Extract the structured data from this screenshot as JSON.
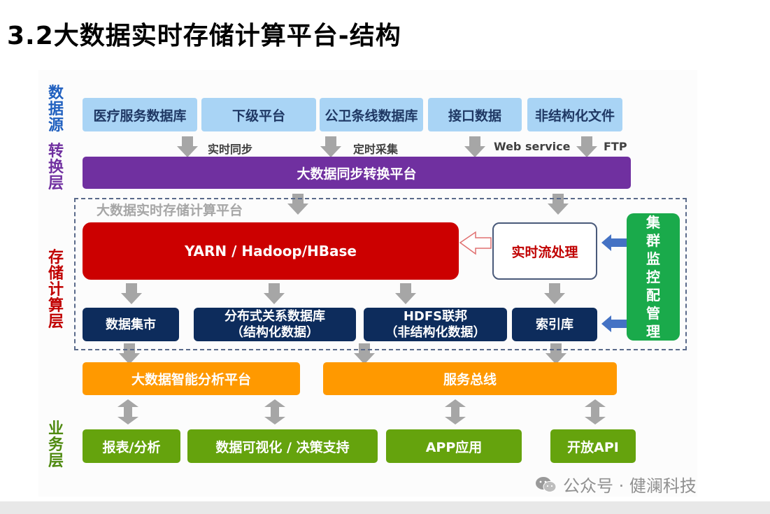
{
  "title": "3.2大数据实时存储计算平台-结构",
  "layers": {
    "source": "数据源",
    "convert": "转换层",
    "storage": "存储计算层",
    "business": "业务层"
  },
  "sources": [
    "医疗服务数据库",
    "下级平台",
    "公卫条线数据库",
    "接口数据",
    "非结构化文件"
  ],
  "transfer_labels": {
    "realtime_sync": "实时同步",
    "scheduled": "定时采集",
    "web_service": "Web service",
    "ftp": "FTP"
  },
  "conversion_platform": "大数据同步转换平台",
  "storage_platform_label": "大数据实时存储计算平台",
  "yarn": "YARN / Hadoop/HBase",
  "stream": "实时流处理",
  "monitor": "集群监控配管理",
  "stores": {
    "mart": "数据集市",
    "rdb_line1": "分布式关系数据库",
    "rdb_line2": "（结构化数据）",
    "hdfs_line1": "HDFS联邦",
    "hdfs_line2": "（非结构化数据）",
    "index": "索引库"
  },
  "analytics": "大数据智能分析平台",
  "bus": "服务总线",
  "apps": [
    "报表/分析",
    "数据可视化 / 决策支持",
    "APP应用",
    "开放API"
  ],
  "watermark": "公众号 · 健澜科技",
  "colors": {
    "source_layer": "#1f5fbf",
    "convert_layer": "#7030a0",
    "storage_layer": "#c00000",
    "business_layer": "#4f8a10",
    "arrow": "#a6a6a6"
  }
}
